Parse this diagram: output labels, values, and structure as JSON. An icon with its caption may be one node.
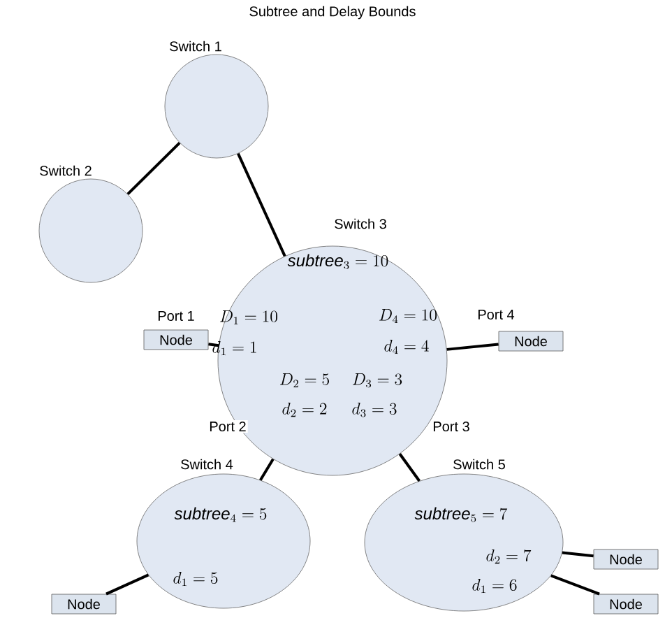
{
  "diagram": {
    "title": "Subtree and Delay Bounds",
    "nodes": [
      {
        "text": [
          "Switch 1"
        ]
      },
      {
        "text": [
          "Switch 2"
        ]
      },
      {
        "text": [
          "Switch 3",
          "\\mathit{subtree}_3 = 10",
          "D_1 = 10",
          "d_1 = 1",
          "D_4 = 10",
          "d_4 = 4",
          "D_2 = 5",
          "D_3 = 3",
          "d_2 = 2",
          "d_3 = 3"
        ]
      },
      {
        "text": [
          "Node"
        ]
      },
      {
        "text": [
          "Node"
        ]
      },
      {
        "text": [
          "Switch 4",
          "\\mathit{subtree}_4 = 5",
          "d_1 = 5"
        ]
      },
      {
        "text": [
          "Switch 5",
          "\\mathit{subtree}_5 = 7",
          "d_2 = 7",
          "d_1 = 6"
        ]
      },
      {
        "text": [
          "Node"
        ]
      },
      {
        "text": [
          "Node"
        ]
      },
      {
        "text": [
          "Node"
        ]
      }
    ],
    "edges": [
      {
        "from": 0,
        "to": 1,
        "arrow": "none"
      },
      {
        "from": 0,
        "to": 2,
        "arrow": "none"
      },
      {
        "from": 3,
        "to": 2,
        "arrow": "none",
        "label": "Port 1"
      },
      {
        "from": 2,
        "to": 4,
        "arrow": "none",
        "label": "Port 4"
      },
      {
        "from": 2,
        "to": 5,
        "arrow": "none",
        "label": "Port 2"
      },
      {
        "from": 2,
        "to": 6,
        "arrow": "none",
        "label": "Port 3"
      },
      {
        "from": 7,
        "to": 5,
        "arrow": "none"
      },
      {
        "from": 6,
        "to": 8,
        "arrow": "none"
      },
      {
        "from": 6,
        "to": 9,
        "arrow": "none"
      }
    ]
  }
}
